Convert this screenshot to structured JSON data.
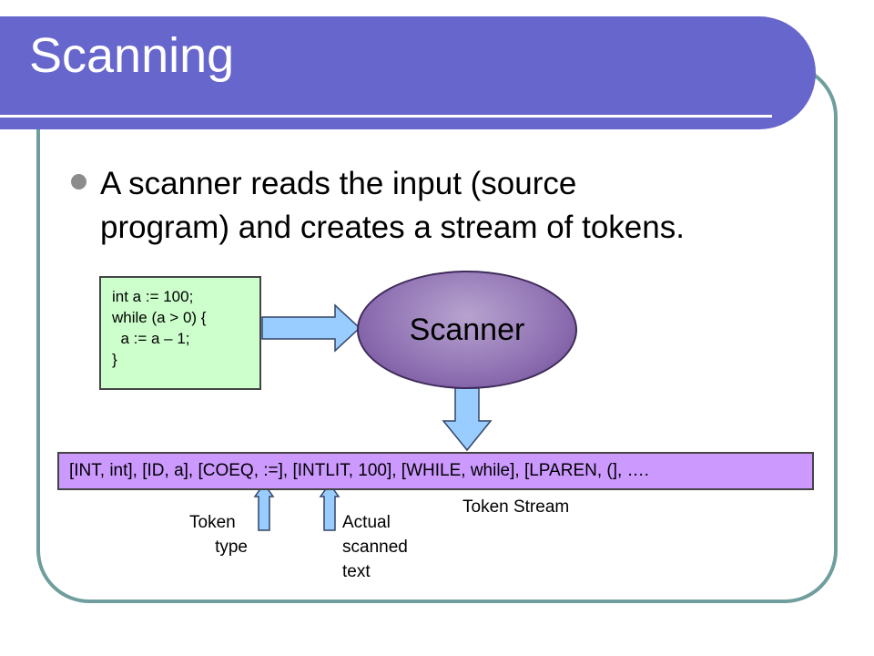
{
  "title": "Scanning",
  "bullet": {
    "lines": [
      "A scanner reads the input (source",
      "program) and creates a stream of tokens."
    ]
  },
  "source_code": {
    "lines": [
      "int a := 100;",
      "while (a > 0) {",
      "  a := a – 1;",
      "}"
    ]
  },
  "scanner_label": "Scanner",
  "token_stream": {
    "text": "[INT, int], [ID, a], [COEQ, :=], [INTLIT, 100], [WHILE, while], [LPAREN, (], ….",
    "label": "Token Stream"
  },
  "annotations": {
    "token_type": [
      "Token",
      "type"
    ],
    "actual_text": [
      "Actual",
      "scanned",
      "text"
    ]
  },
  "colors": {
    "title_bar": "#6666cc",
    "frame": "#6f9e9c",
    "source_box": "#ccffcc",
    "scanner": "#8e70b2",
    "stream_box": "#cc99ff",
    "arrow": "#99ccff"
  }
}
